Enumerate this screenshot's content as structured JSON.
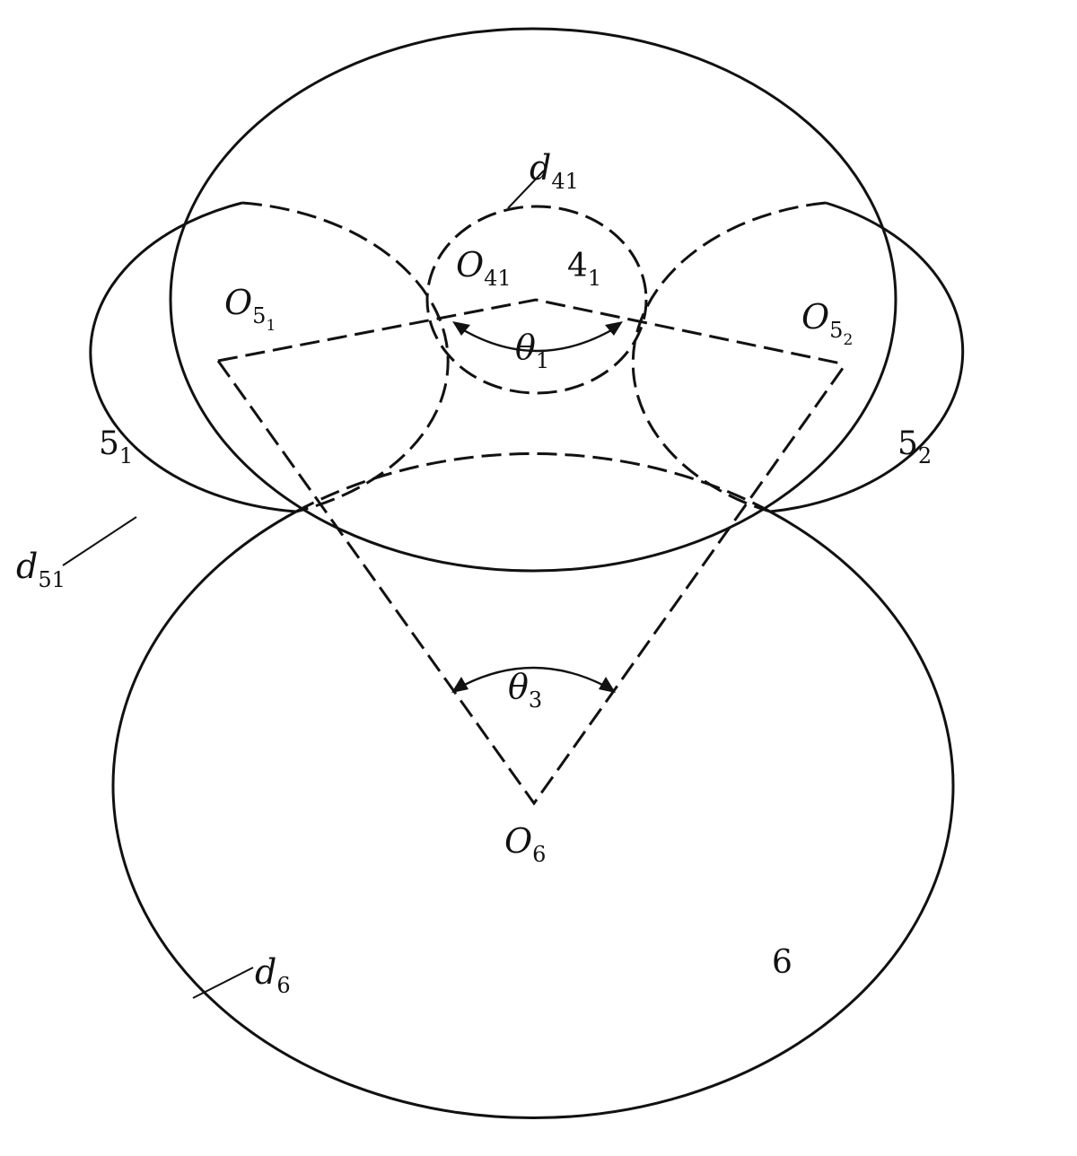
{
  "labels": {
    "d41_main": "d",
    "d41_sub": "41",
    "o41_main": "O",
    "o41_sub": "41",
    "g41_main": "4",
    "g41_sub": "1",
    "o51_main": "O",
    "o51_sub_base": "5",
    "o51_sub_sub": "1",
    "o52_main": "O",
    "o52_sub_base": "5",
    "o52_sub_sub": "2",
    "theta1_main": "θ",
    "theta1_sub": "1",
    "g51_main": "5",
    "g51_sub": "1",
    "g52_main": "5",
    "g52_sub": "2",
    "d51_main": "d",
    "d51_sub": "51",
    "theta3_main": "θ",
    "theta3_sub": "3",
    "o6_main": "O",
    "o6_sub": "6",
    "d6_main": "d",
    "d6_sub": "6",
    "g6": "6"
  },
  "colors": {
    "stroke": "#111111",
    "background": "#ffffff"
  }
}
